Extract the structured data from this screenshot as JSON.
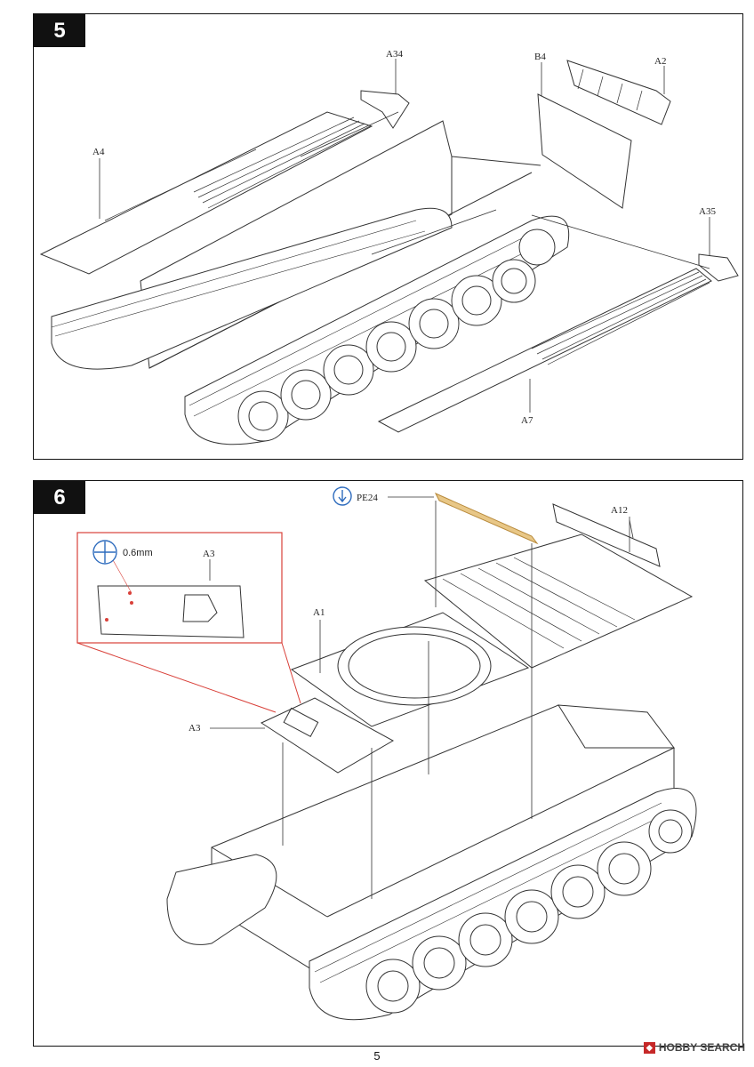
{
  "page": {
    "number": "5"
  },
  "watermark": {
    "text": "HOBBY SEARCH"
  },
  "steps": [
    {
      "number": "5",
      "labels": {
        "a34": "A34",
        "b4": "B4",
        "a2": "A2",
        "a4": "A4",
        "a35": "A35",
        "a7": "A7"
      }
    },
    {
      "number": "6",
      "labels": {
        "pe24": "PE24",
        "a12": "A12",
        "a1": "A1",
        "a3": "A3",
        "a3_inset": "A3"
      },
      "inset": {
        "drill_size": "0.6mm"
      }
    }
  ]
}
